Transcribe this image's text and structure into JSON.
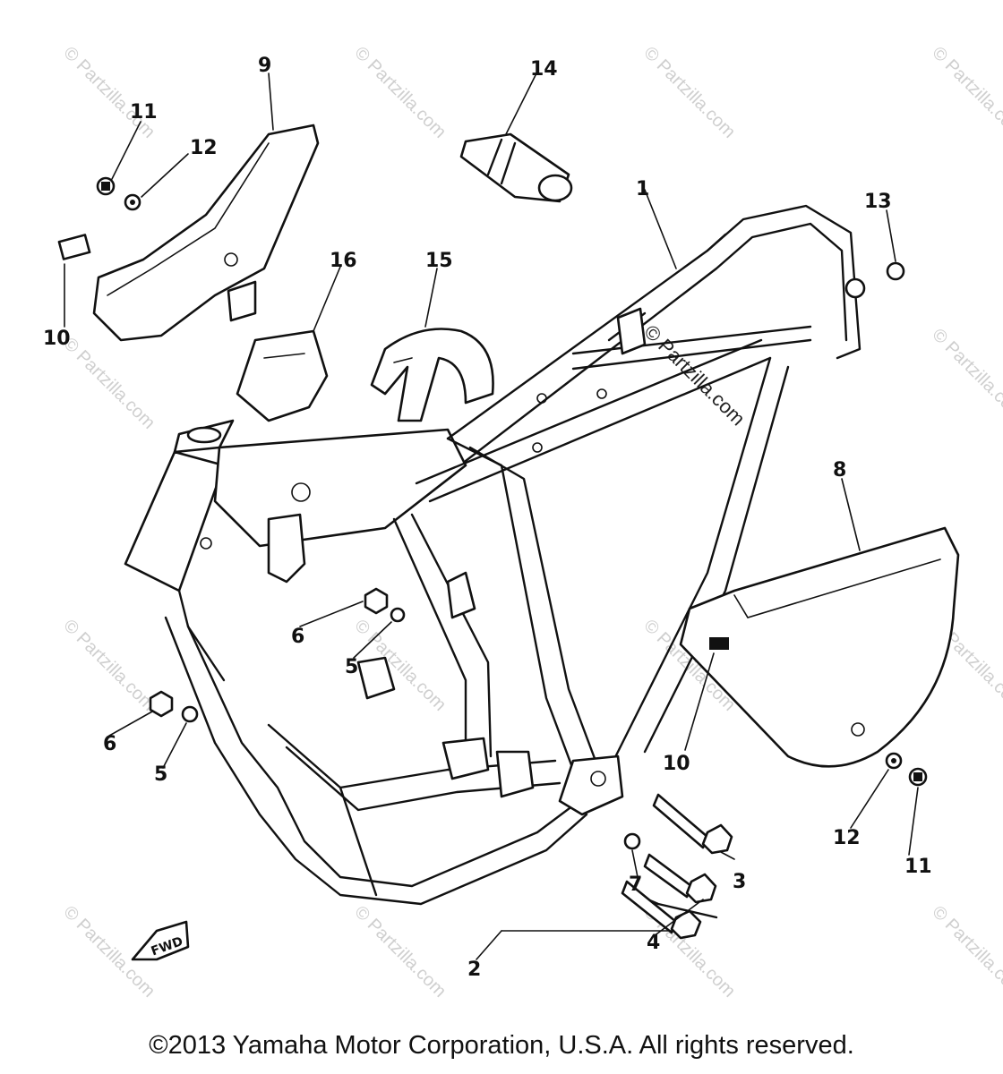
{
  "watermark": "© Partzilla.com",
  "copyright": "©2013 Yamaha Motor Corporation, U.S.A. All rights reserved.",
  "fwd_label": "FWD",
  "callouts": [
    {
      "id": "c1",
      "text": "1"
    },
    {
      "id": "c2",
      "text": "2"
    },
    {
      "id": "c3",
      "text": "3"
    },
    {
      "id": "c4",
      "text": "4"
    },
    {
      "id": "c5a",
      "text": "5"
    },
    {
      "id": "c5b",
      "text": "5"
    },
    {
      "id": "c6a",
      "text": "6"
    },
    {
      "id": "c6b",
      "text": "6"
    },
    {
      "id": "c7",
      "text": "7"
    },
    {
      "id": "c8",
      "text": "8"
    },
    {
      "id": "c9",
      "text": "9"
    },
    {
      "id": "c10a",
      "text": "10"
    },
    {
      "id": "c10b",
      "text": "10"
    },
    {
      "id": "c11a",
      "text": "11"
    },
    {
      "id": "c11b",
      "text": "11"
    },
    {
      "id": "c12a",
      "text": "12"
    },
    {
      "id": "c12b",
      "text": "12"
    },
    {
      "id": "c13",
      "text": "13"
    },
    {
      "id": "c14",
      "text": "14"
    },
    {
      "id": "c15",
      "text": "15"
    },
    {
      "id": "c16",
      "text": "16"
    }
  ]
}
